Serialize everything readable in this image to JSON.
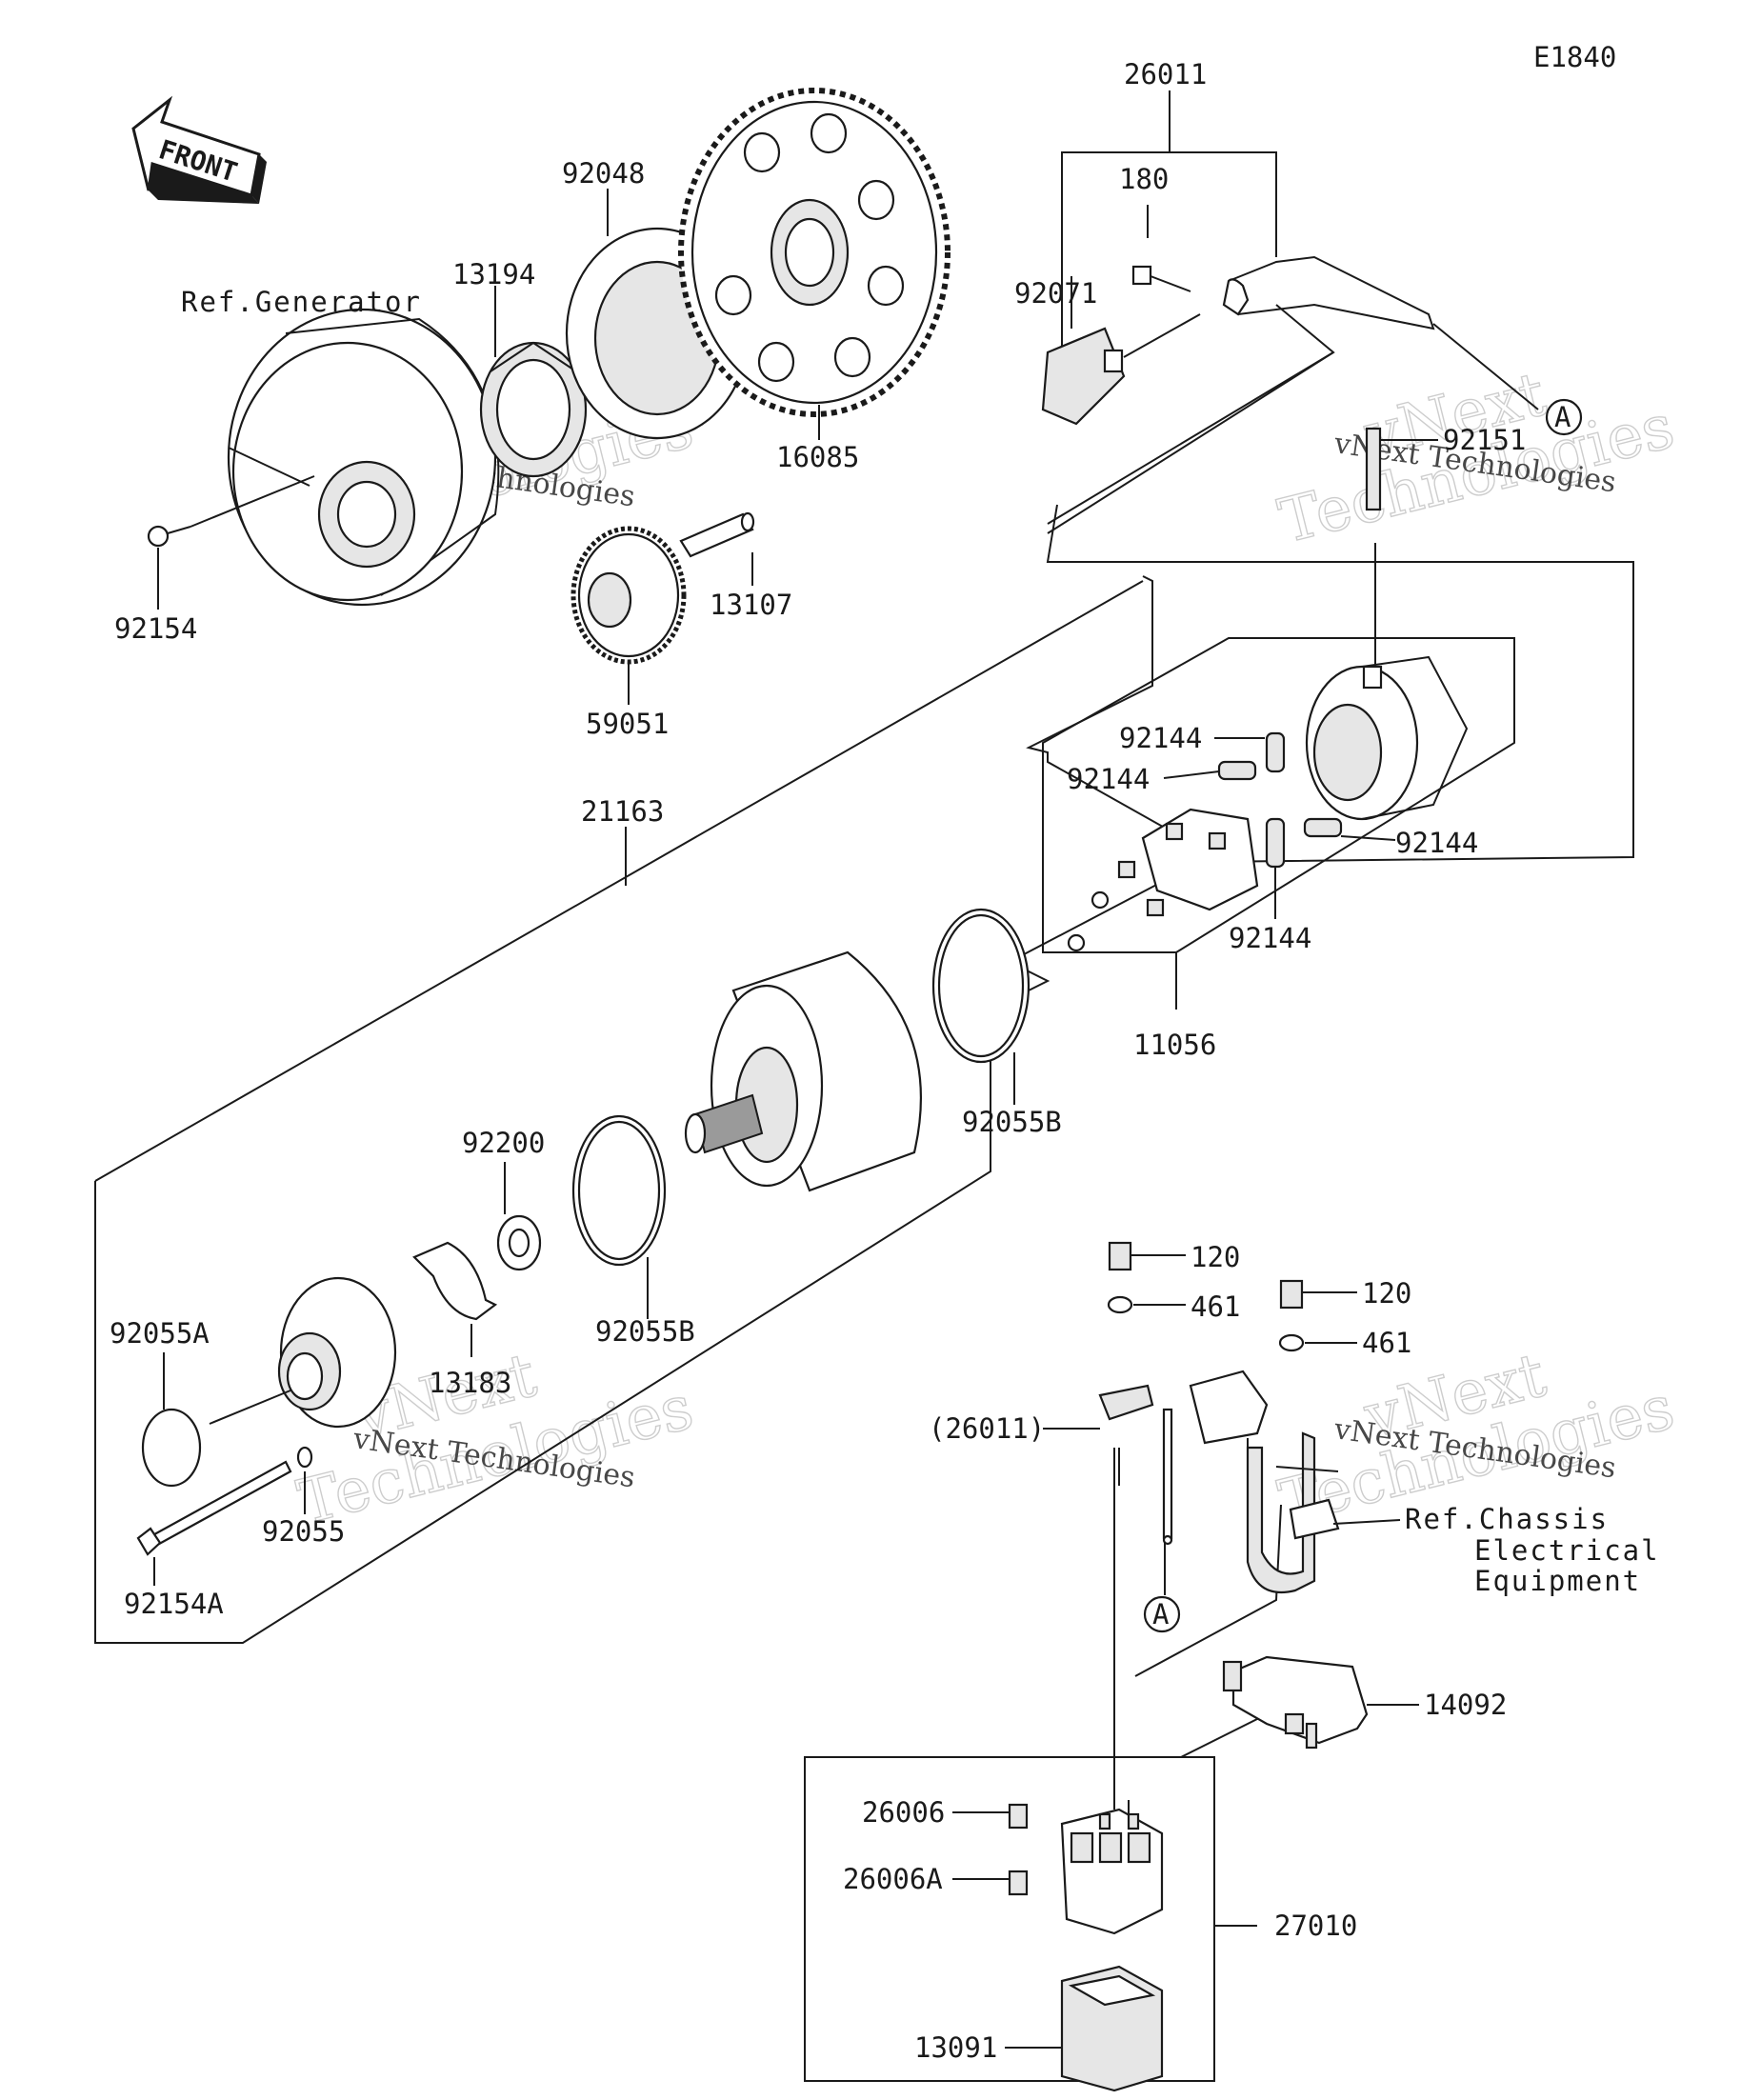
{
  "diagram_code": "E1840",
  "front_label": "FRONT",
  "watermark": {
    "line1": "vNext",
    "line2": "Technologies",
    "inline": "vNext Technologies"
  },
  "callout_letter": "A",
  "labels": {
    "p26011": "26011",
    "p180": "180",
    "p92071": "92071",
    "p92151": "92151",
    "p92048": "92048",
    "p13194": "13194",
    "ref_generator": "Ref.Generator",
    "p16085": "16085",
    "p92154": "92154",
    "p13107": "13107",
    "p59051": "59051",
    "p21163": "21163",
    "p92144_a": "92144",
    "p92144_b": "92144",
    "p92144_c": "92144",
    "p92144_d": "92144",
    "p11056": "11056",
    "p92055b_top": "92055B",
    "p92200": "92200",
    "p92055b_mid": "92055B",
    "p92055a": "92055A",
    "p13183": "13183",
    "p92055": "92055",
    "p92154a": "92154A",
    "p120_a": "120",
    "p461_a": "461",
    "p120_b": "120",
    "p461_b": "461",
    "p26011_paren": "(26011)",
    "ref_chassis_1": "Ref.Chassis",
    "ref_chassis_2": "Electrical",
    "ref_chassis_3": "Equipment",
    "p14092": "14092",
    "p26006": "26006",
    "p26006a": "26006A",
    "p27010": "27010",
    "p13091": "13091"
  }
}
